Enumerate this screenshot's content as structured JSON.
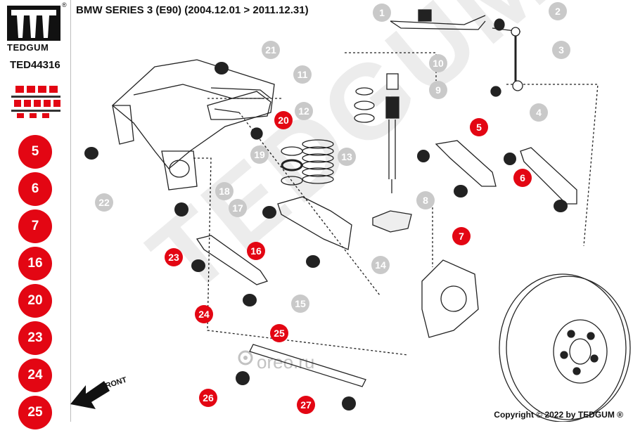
{
  "brand": {
    "name": "TEDGUM",
    "kit_code": "TED44316",
    "watermark": "TEDGUM",
    "watermark_small": "oreo.ru",
    "colors": {
      "accent_red": "#e30613",
      "gray": "#c9c9c9"
    }
  },
  "title": "BMW SERIES 3 (E90)  (2004.12.01 > 2011.12.31)",
  "copyright": "Copyright © 2022 by TEDGUM ®",
  "front_label": "FRONT",
  "kit_positions": [
    "5",
    "6",
    "7",
    "16",
    "20",
    "23",
    "24",
    "25"
  ],
  "callouts": {
    "c1": "1",
    "c2": "2",
    "c3": "3",
    "c4": "4",
    "c5": "5",
    "c6": "6",
    "c7": "7",
    "c8": "8",
    "c9": "9",
    "c10": "10",
    "c11": "11",
    "c12": "12",
    "c13": "13",
    "c14": "14",
    "c15": "15",
    "c16": "16",
    "c17": "17",
    "c18": "18",
    "c19": "19",
    "c20": "20",
    "c21": "21",
    "c22": "22",
    "c23": "23",
    "c24": "24",
    "c25": "25",
    "c26": "26",
    "c27": "27"
  }
}
